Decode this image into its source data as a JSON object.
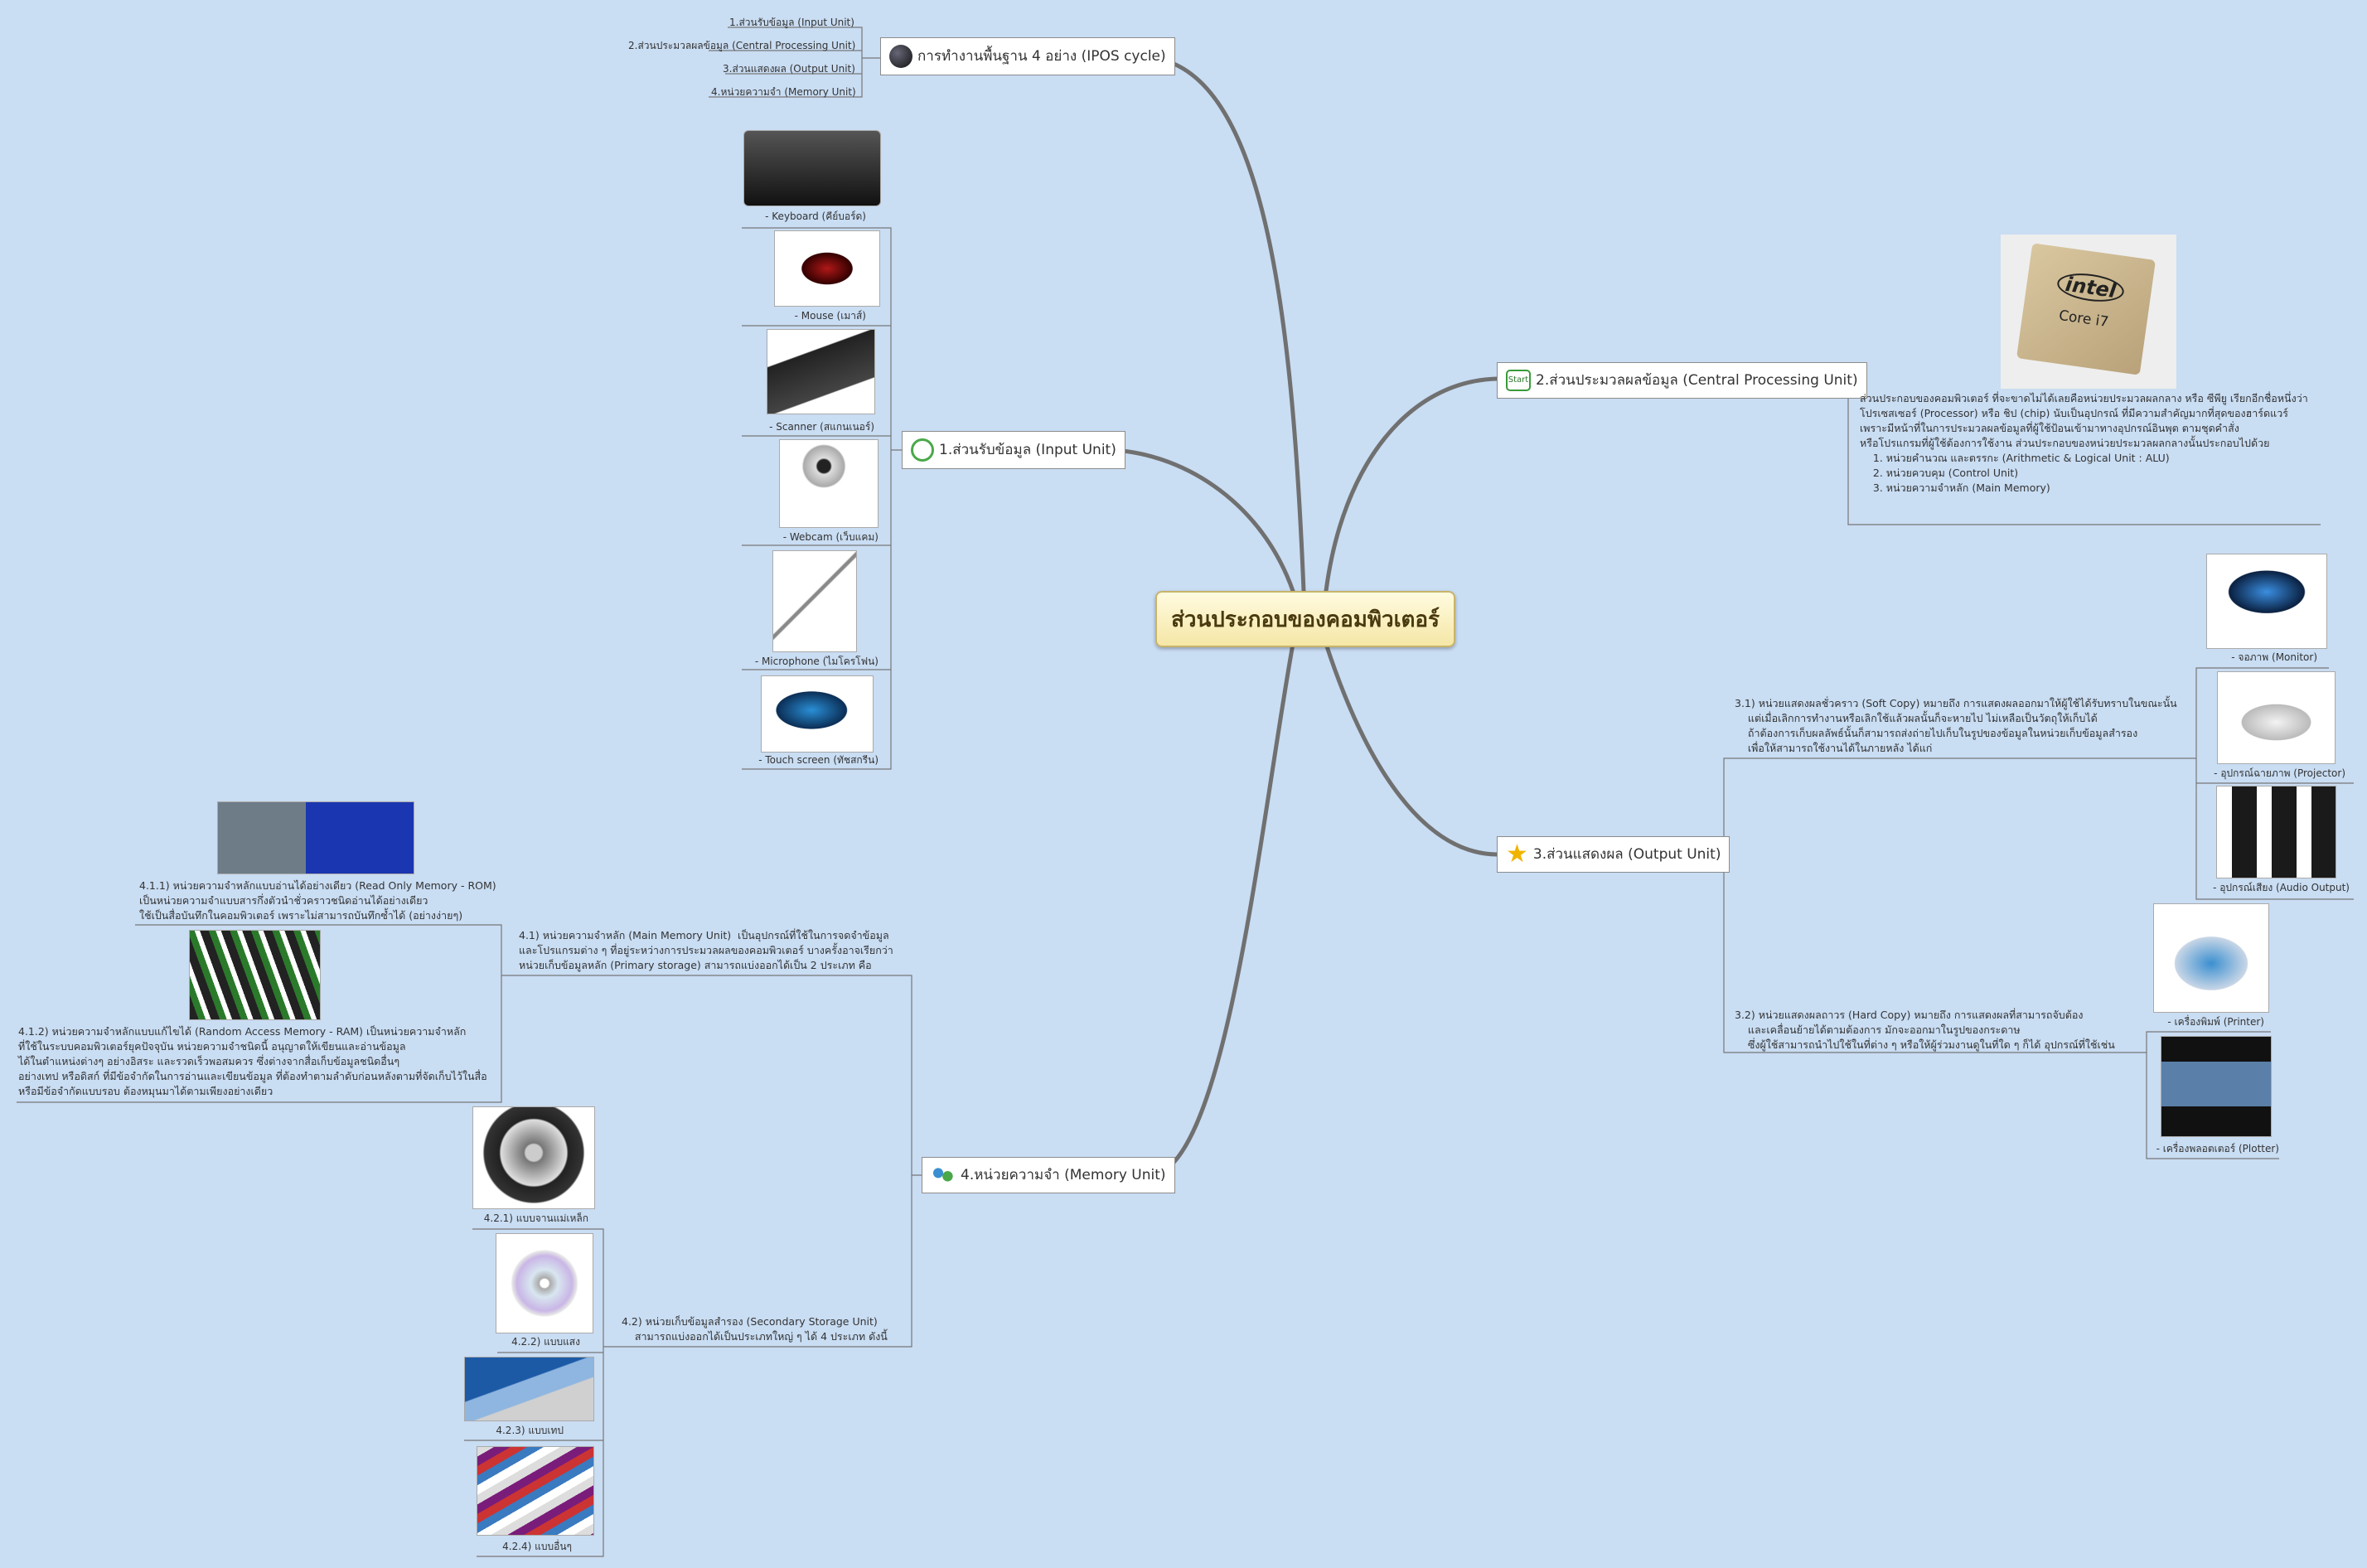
{
  "central": "ส่วนประกอบของคอมพิวเตอร์",
  "ipos": {
    "title": "การทำงานพื้นฐาน 4 อย่าง (IPOS cycle)",
    "items": [
      "1.ส่วนรับข้อมูล (Input Unit)",
      "2.ส่วนประมวลผลข้อมูล (Central Processing Unit)",
      "3.ส่วนแสดงผล (Output Unit)",
      "4.หน่วยความจำ (Memory Unit)"
    ]
  },
  "input": {
    "title": "1.ส่วนรับข้อมูล (Input Unit)",
    "items": [
      "- Keyboard (คีย์บอร์ด)",
      "- Mouse (เมาส์)",
      "- Scanner (สแกนเนอร์)",
      "- Webcam (เว็บแคม)",
      "- Microphone (ไมโครโฟน)",
      "- Touch screen (ทัชสกรีน)"
    ]
  },
  "cpu": {
    "title": "2.ส่วนประมวลผลข้อมูล (Central Processing Unit)",
    "icon_label": "Start",
    "chip_brand": "intel",
    "chip_model": "Core i7",
    "description": "ส่วนประกอบของคอมพิวเตอร์ ที่จะขาดไม่ได้เลยคือหน่วยประมวลผลกลาง หรือ ซีพียู เรียกอีกชื่อหนึ่งว่า\nโปรเซสเซอร์ (Processor) หรือ ชิป (chip) นับเป็นอุปกรณ์ ที่มีความสำคัญมากที่สุดของฮาร์ดแวร์\nเพราะมีหน้าที่ในการประมวลผลข้อมูลที่ผู้ใช้ป้อนเข้ามาทางอุปกรณ์อินพุต ตามชุดคำสั่ง\nหรือโปรแกรมที่ผู้ใช้ต้องการใช้งาน ส่วนประกอบของหน่วยประมวลผลกลางนั้นประกอบไปด้วย\n    1. หน่วยคำนวณ และตรรกะ (Arithmetic & Logical Unit : ALU)\n    2. หน่วยควบคุม (Control Unit)\n    3. หน่วยความจำหลัก (Main Memory)"
  },
  "output": {
    "title": "3.ส่วนแสดงผล (Output Unit)",
    "soft_copy": "3.1) หน่วยแสดงผลชั่วคราว (Soft Copy) หมายถึง การแสดงผลออกมาให้ผู้ใช้ได้รับทราบในขณะนั้น\n    แต่เมื่อเลิกการทำงานหรือเลิกใช้แล้วผลนั้นก็จะหายไป ไม่เหลือเป็นวัตถุให้เก็บได้\n    ถ้าต้องการเก็บผลลัพธ์นั้นก็สามารถส่งถ่ายไปเก็บในรูปของข้อมูลในหน่วยเก็บข้อมูลสำรอง\n    เพื่อให้สามารถใช้งานได้ในภายหลัง ได้แก่",
    "soft_items": [
      "- จอภาพ (Monitor)",
      "- อุปกรณ์ฉายภาพ (Projector)",
      "- อุปกรณ์เสียง (Audio Output)"
    ],
    "hard_copy": "3.2) หน่วยแสดงผลถาวร (Hard Copy) หมายถึง การแสดงผลที่สามารถจับต้อง\n    และเคลื่อนย้ายได้ตามต้องการ มักจะออกมาในรูปของกระดาษ\n    ซึ่งผู้ใช้สามารถนำไปใช้ในที่ต่าง ๆ หรือให้ผู้ร่วมงานดูในที่ใด ๆ ก็ได้ อุปกรณ์ที่ใช้เช่น",
    "hard_items": [
      "- เครื่องพิมพ์ (Printer)",
      "- เครื่องพลอตเตอร์ (Plotter)"
    ]
  },
  "memory": {
    "title": "4.หน่วยความจำ (Memory Unit)",
    "main": "4.1) หน่วยความจำหลัก (Main Memory Unit)  เป็นอุปกรณ์ที่ใช้ในการจดจำข้อมูล\nและโปรแกรมต่าง ๆ ที่อยู่ระหว่างการประมวลผลของคอมพิวเตอร์ บางครั้งอาจเรียกว่า\nหน่วยเก็บข้อมูลหลัก (Primary storage) สามารถแบ่งออกได้เป็น 2 ประเภท คือ",
    "rom": "4.1.1) หน่วยความจำหลักแบบอ่านได้อย่างเดียว (Read Only Memory - ROM)\nเป็นหน่วยความจำแบบสารกึ่งตัวนำชั่วคราวชนิดอ่านได้อย่างเดียว\nใช้เป็นสื่อบันทึกในคอมพิวเตอร์ เพราะไม่สามารถบันทึกซ้ำได้ (อย่างง่ายๆ)",
    "ram": "4.1.2) หน่วยความจำหลักแบบแก้ไขได้ (Random Access Memory - RAM) เป็นหน่วยความจำหลัก\nที่ใช้ในระบบคอมพิวเตอร์ยุคปัจจุบัน หน่วยความจำชนิดนี้ อนุญาตให้เขียนและอ่านข้อมูล\nได้ในตำแหน่งต่างๆ อย่างอิสระ และรวดเร็วพอสมควร ซึ่งต่างจากสื่อเก็บข้อมูลชนิดอื่นๆ\nอย่างเทป หรือดิสก์ ที่มีข้อจำกัดในการอ่านและเขียนข้อมูล ที่ต้องทำตามลำดับก่อนหลังตามที่จัดเก็บไว้ในสื่อ\nหรือมีข้อจำกัดแบบรอบ ต้องหมุนมาได้ตามเพียงอย่างเดียว",
    "secondary": "4.2) หน่วยเก็บข้อมูลสำรอง (Secondary Storage Unit)\n    สามารถแบ่งออกได้เป็นประเภทใหญ่ ๆ ได้ 4 ประเภท ดังนี้",
    "secondary_items": [
      "4.2.1) แบบจานแม่เหล็ก",
      "4.2.2) แบบแสง",
      "4.2.3) แบบเทป",
      "4.2.4) แบบอื่นๆ"
    ]
  },
  "colors": {
    "background": "#c9ddf3",
    "branch": "#6f6f6f",
    "central_fill": "#f7ecb8"
  }
}
